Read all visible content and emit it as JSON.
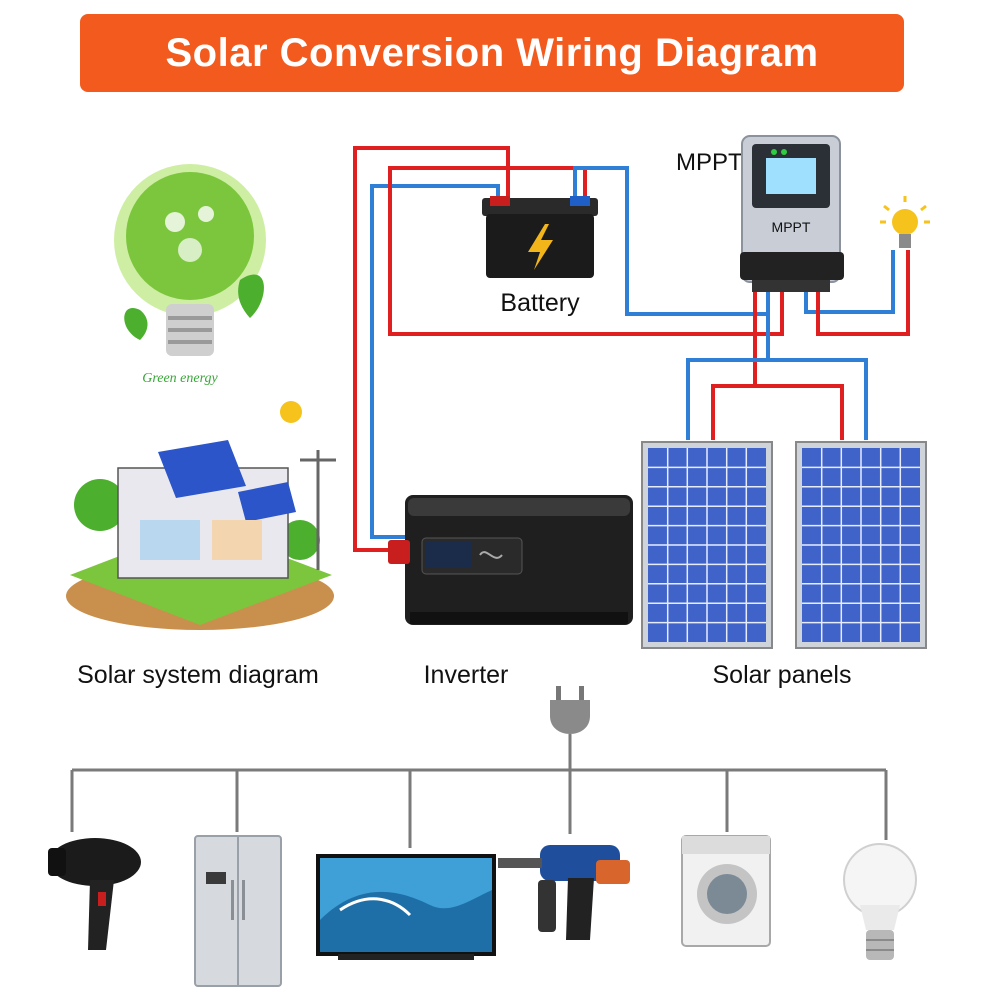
{
  "title": "Solar Conversion Wiring Diagram",
  "labels": {
    "battery": "Battery",
    "mppt_side": "MPPT",
    "mppt_face": "MPPT",
    "inverter": "Inverter",
    "solar_panels": "Solar panels",
    "solar_system": "Solar system diagram",
    "green_energy": "Green energy"
  },
  "colors": {
    "banner": "#f25a1e",
    "wire_positive": "#e02020",
    "wire_negative": "#2f7fd6",
    "ac_line": "#7a7a7a",
    "panel_cell": "#3f63c9",
    "green": "#7cc63e"
  },
  "appliances": [
    "hair-dryer",
    "refrigerator",
    "television",
    "power-drill",
    "washing-machine",
    "light-bulb"
  ]
}
